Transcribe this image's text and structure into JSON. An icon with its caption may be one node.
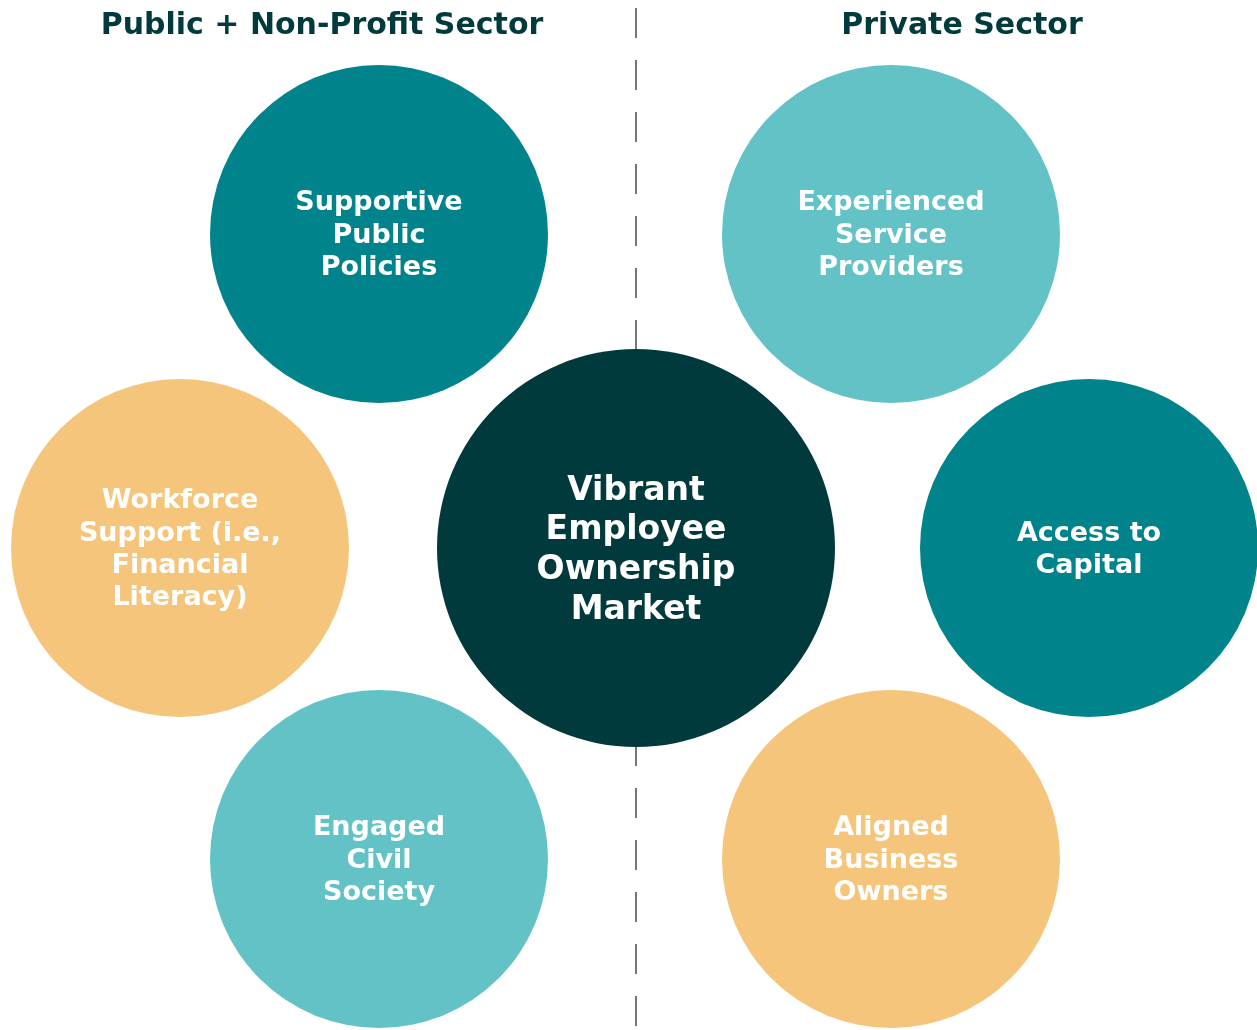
{
  "diagram": {
    "nodes": [
      {
        "text": [
          "Supportive Public Policies"
        ]
      },
      {
        "text": [
          "Experienced Service Providers"
        ]
      },
      {
        "text": [
          "Workforce Support (i.e., Financial Literacy)"
        ]
      },
      {
        "text": [
          "Vibrant Employee Ownership Market"
        ]
      },
      {
        "text": [
          "Access to Capital"
        ]
      },
      {
        "text": [
          "Engaged Civil Society"
        ]
      },
      {
        "text": [
          "Aligned Business Owners"
        ]
      }
    ],
    "labels": [
      "Public + Non-Profit Sector",
      "Private Sector"
    ]
  }
}
